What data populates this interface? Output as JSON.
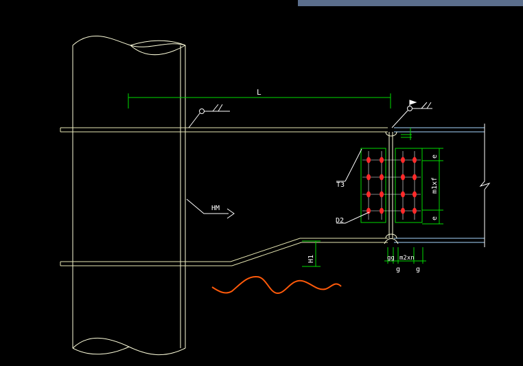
{
  "colors": {
    "background": "#000000",
    "pipe": "#ffffdc",
    "beam": "#e8e8b4",
    "beam_right": "#a8d8ff",
    "dimension": "#00dd00",
    "bolt": "#ff2a2a",
    "text": "#ffffff",
    "break_curve": "#ff5a0a",
    "topbar": "#5b6e8c"
  },
  "dimensions": {
    "length": "L",
    "h1": "H1",
    "e_top": "e",
    "e_bottom": "e",
    "pitch_m1": "m1xf",
    "spacing_g_pair": "gg",
    "spacing_m2": "m2xn",
    "g_left": "g",
    "g_right": "g"
  },
  "labels": {
    "t3": "T3",
    "d2": "D2",
    "weld": "HM"
  }
}
